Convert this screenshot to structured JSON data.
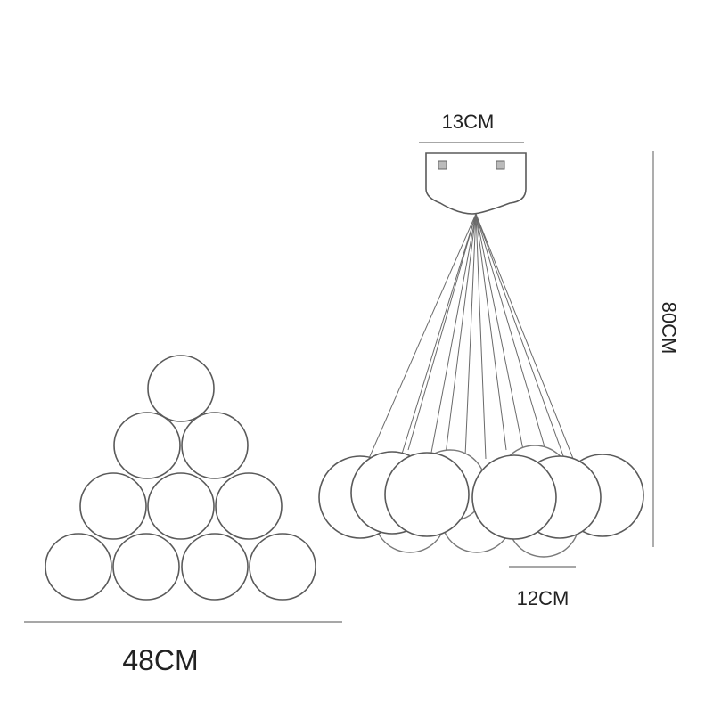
{
  "dimensions": {
    "overall_width": "48CM",
    "canopy_width": "13CM",
    "ball_diameter": "12CM",
    "overall_height": "80CM"
  }
}
